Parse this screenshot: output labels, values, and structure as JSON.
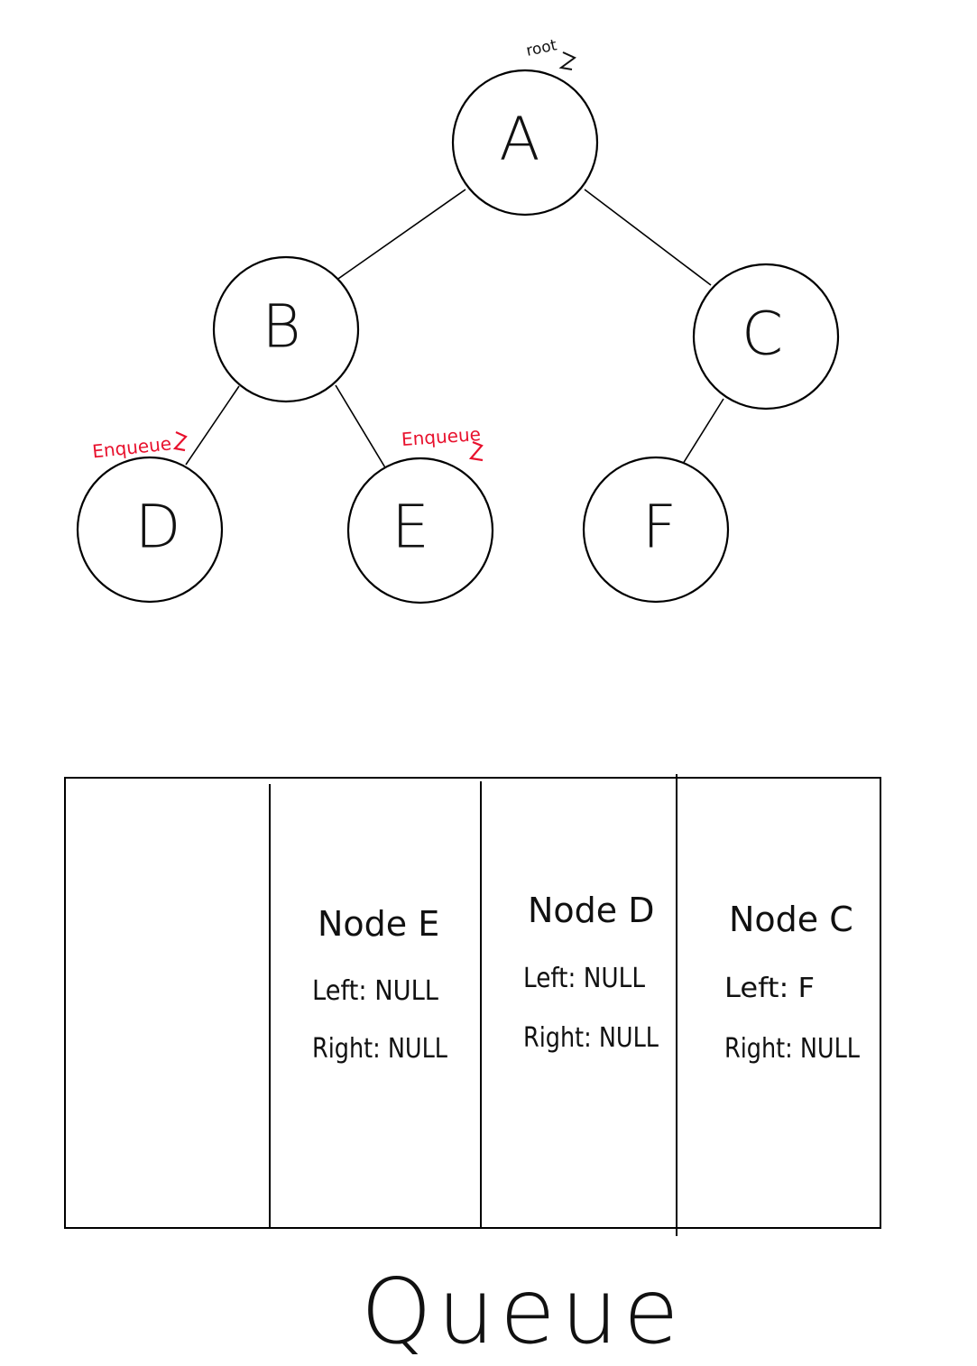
{
  "tree": {
    "nodes": [
      {
        "id": "A",
        "label": "A"
      },
      {
        "id": "B",
        "label": "B"
      },
      {
        "id": "C",
        "label": "C"
      },
      {
        "id": "D",
        "label": "D"
      },
      {
        "id": "E",
        "label": "E"
      },
      {
        "id": "F",
        "label": "F"
      }
    ],
    "edges": [
      {
        "from": "A",
        "to": "B"
      },
      {
        "from": "A",
        "to": "C"
      },
      {
        "from": "B",
        "to": "D"
      },
      {
        "from": "B",
        "to": "E"
      },
      {
        "from": "C",
        "to": "F"
      }
    ],
    "annotations": {
      "root": "root",
      "enqueue_d": "Enqueue",
      "enqueue_e": "Enqueue"
    }
  },
  "queue": {
    "caption": "Queue",
    "cells": [
      {
        "title": "",
        "left": "",
        "right": ""
      },
      {
        "title": "Node E",
        "left": "Left: NULL",
        "right": "Right: NULL"
      },
      {
        "title": "Node D",
        "left": "Left: NULL",
        "right": "Right: NULL"
      },
      {
        "title": "Node C",
        "left": "Left: F",
        "right": "Right: NULL"
      }
    ]
  },
  "colors": {
    "ink": "#111111",
    "annotation_red": "#e8112d"
  }
}
